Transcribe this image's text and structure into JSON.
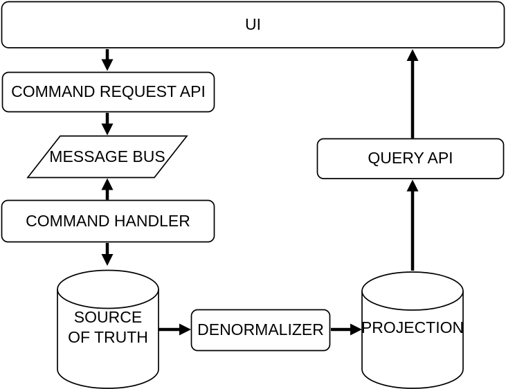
{
  "colors": {
    "stroke": "#000000",
    "fill": "#ffffff",
    "text": "#000000",
    "background": "#ffffff"
  },
  "nodes": {
    "ui": {
      "label": "UI",
      "shape": "rounded-rect"
    },
    "command_request_api": {
      "label": "COMMAND REQUEST API",
      "shape": "rounded-rect"
    },
    "message_bus": {
      "label": "MESSAGE BUS",
      "shape": "parallelogram"
    },
    "command_handler": {
      "label": "COMMAND HANDLER",
      "shape": "rounded-rect"
    },
    "source_of_truth": {
      "label_line1": "SOURCE",
      "label_line2": "OF TRUTH",
      "shape": "cylinder"
    },
    "denormalizer": {
      "label": "DENORMALIZER",
      "shape": "rounded-rect"
    },
    "projection": {
      "label": "PROJECTION",
      "shape": "cylinder"
    },
    "query_api": {
      "label": "QUERY API",
      "shape": "rounded-rect"
    }
  },
  "edges": [
    {
      "from": "ui",
      "to": "command_request_api",
      "direction": "down"
    },
    {
      "from": "command_request_api",
      "to": "message_bus",
      "direction": "down"
    },
    {
      "from": "command_handler",
      "to": "message_bus",
      "direction": "up"
    },
    {
      "from": "command_handler",
      "to": "source_of_truth",
      "direction": "down"
    },
    {
      "from": "source_of_truth",
      "to": "denormalizer",
      "direction": "right"
    },
    {
      "from": "denormalizer",
      "to": "projection",
      "direction": "right"
    },
    {
      "from": "projection",
      "to": "query_api",
      "direction": "up"
    },
    {
      "from": "query_api",
      "to": "ui",
      "direction": "up"
    }
  ]
}
